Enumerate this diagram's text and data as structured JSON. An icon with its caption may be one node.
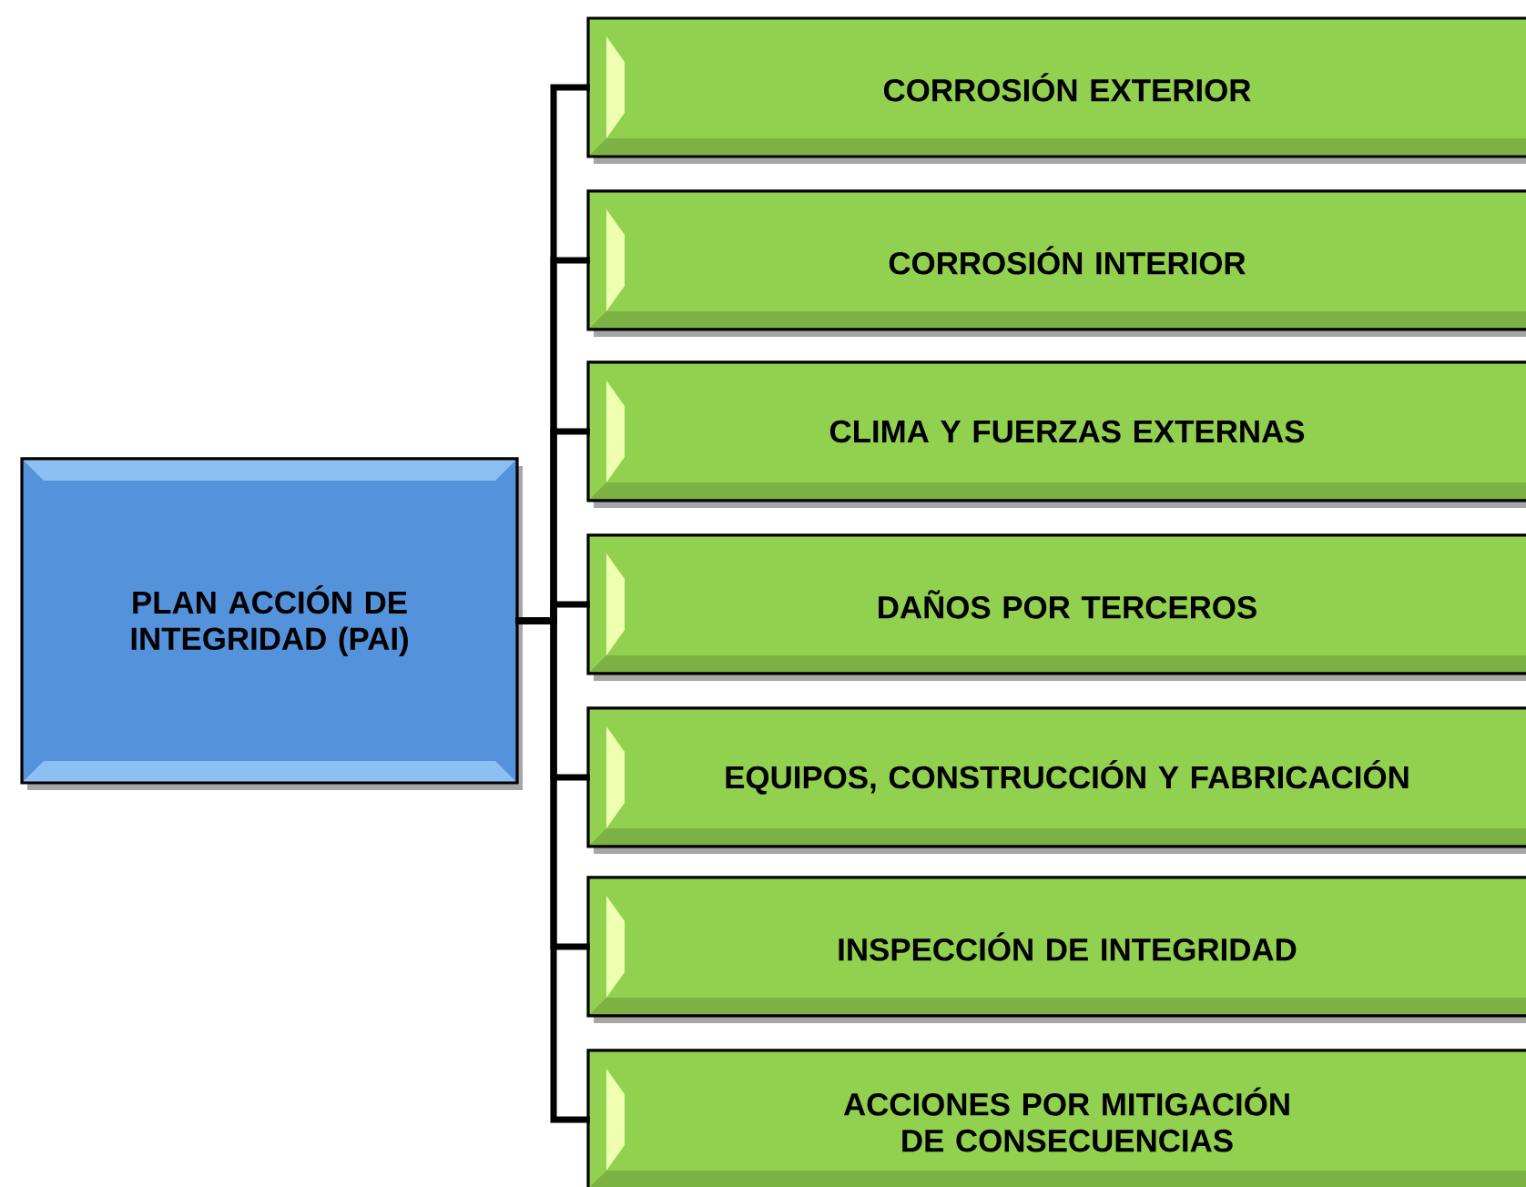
{
  "diagram": {
    "nodes": [
      {
        "text": [
          "PLAN ACCIÓN DE INTEGRIDAD (PAI)"
        ]
      },
      {
        "text": [
          "CORROSIÓN EXTERIOR"
        ]
      },
      {
        "text": [
          "CORROSIÓN INTERIOR"
        ]
      },
      {
        "text": [
          "CLIMA Y FUERZAS EXTERNAS"
        ]
      },
      {
        "text": [
          "DAÑOS POR TERCEROS"
        ]
      },
      {
        "text": [
          "EQUIPOS, CONSTRUCCIÓN Y FABRICACIÓN"
        ]
      },
      {
        "text": [
          "INSPECCIÓN  DE INTEGRIDAD"
        ]
      },
      {
        "text": [
          "ACCIONES POR MITIGACIÓN DE CONSECUENCIAS"
        ]
      }
    ],
    "edges": [
      {
        "from": 0,
        "to": 1,
        "arrow": "none"
      },
      {
        "from": 0,
        "to": 2,
        "arrow": "none"
      },
      {
        "from": 0,
        "to": 3,
        "arrow": "none"
      },
      {
        "from": 0,
        "to": 4,
        "arrow": "none"
      },
      {
        "from": 0,
        "to": 5,
        "arrow": "none"
      },
      {
        "from": 0,
        "to": 6,
        "arrow": "none"
      },
      {
        "from": 0,
        "to": 7,
        "arrow": "none"
      }
    ]
  }
}
